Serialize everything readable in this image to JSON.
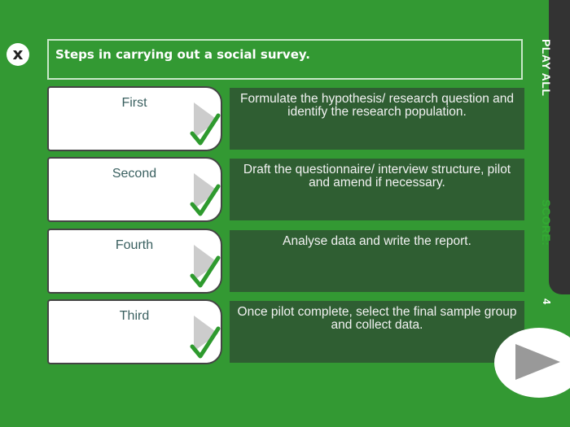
{
  "close_button": {
    "icon": "close-icon",
    "glyph": "x"
  },
  "title": "Steps in carrying out a social survey.",
  "rows": [
    {
      "order": "First",
      "step": "Formulate the hypothesis/ research question and identify the research population.",
      "correct": true
    },
    {
      "order": "Second",
      "step": "Draft the questionnaire/ interview structure, pilot and amend if necessary.",
      "correct": true
    },
    {
      "order": "Fourth",
      "step": "Analyse data and write the report.",
      "correct": true
    },
    {
      "order": "Third",
      "step": "Once pilot complete, select the final sample group and collect data.",
      "correct": true
    }
  ],
  "side_panel": {
    "play_all_label": "PLAY ALL",
    "score_label": "SCORE:",
    "score_value": "4"
  },
  "next_button": {
    "icon": "play-icon"
  },
  "colors": {
    "background": "#339933",
    "step_box": "#2f5e32",
    "panel": "#333333",
    "score_label": "#33aa33",
    "check": "#2e9a2e"
  }
}
